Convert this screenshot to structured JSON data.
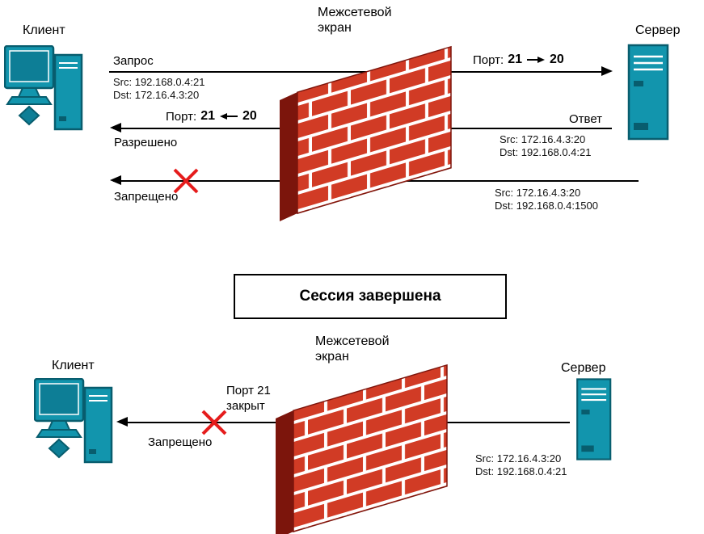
{
  "colors": {
    "icon_teal": "#1295ad",
    "icon_teal_dark": "#085d6e",
    "screen_teal": "#0d7e96",
    "brick_red": "#d13b25",
    "brick_side_dark": "#7c150c",
    "mortar_white": "#ffffff",
    "blocked_x_red": "#e51c1c",
    "line_black": "#000000"
  },
  "top_scene": {
    "client_label": "Клиент",
    "firewall_label": "Межсетевой\nэкран",
    "server_label": "Сервер",
    "request": {
      "label": "Запрос",
      "src": "Src: 192.168.0.4:21",
      "dst": "Dst: 172.16.4.3:20"
    },
    "port_forward": {
      "prefix": "Порт:",
      "from": "21",
      "to": "20"
    },
    "port_back": {
      "prefix": "Порт:",
      "from": "21",
      "to": "20"
    },
    "reply": {
      "label": "Ответ",
      "src": "Src: 172.16.4.3:20",
      "dst": "Dst: 192.168.0.4:21",
      "status": "Разрешено"
    },
    "blocked": {
      "src": "Src: 172.16.4.3:20",
      "dst": "Dst: 192.168.0.4:1500",
      "status": "Запрещено"
    }
  },
  "banner": {
    "text": "Сессия завершена"
  },
  "bottom_scene": {
    "client_label": "Клиент",
    "firewall_label": "Межсетевой\nэкран",
    "server_label": "Сервер",
    "port_closed_label": "Порт 21\nзакрыт",
    "status": "Запрещено",
    "packet": {
      "src": "Src: 172.16.4.3:20",
      "dst": "Dst: 192.168.0.4:21"
    }
  }
}
